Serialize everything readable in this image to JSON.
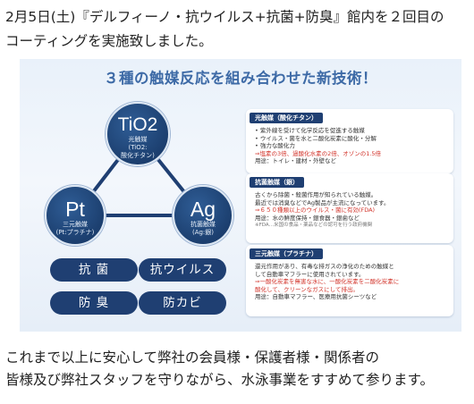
{
  "intro": {
    "line1": "2月5日(土)『デルフィーノ・抗ウイルス+抗菌+防臭』館内を２回目の",
    "line2": "コーティングを実施致しました。"
  },
  "infographic": {
    "headline": "３種の触媒反応を組み合わせた新技術！",
    "colors": {
      "navy": "#1f3f72",
      "headline": "#3d6aa6",
      "accent_red": "#d2342b"
    },
    "nodes": {
      "tio2": {
        "symbol": "TiO2",
        "sub1": "光触媒",
        "sub2": "(TiO2:",
        "sub3": "酸化チタン)"
      },
      "pt": {
        "symbol": "Pt",
        "sub1": "三元触媒",
        "sub2": "(Pt:プラチナ)"
      },
      "ag": {
        "symbol": "Ag",
        "sub1": "抗菌触媒",
        "sub2": "(Ag:銀)"
      }
    },
    "effects": [
      "抗 菌",
      "抗ウイルス",
      "防 臭",
      "防カビ"
    ],
    "cards": {
      "photo": {
        "title": "光触媒（酸化チタン）",
        "bullets": [
          "紫外線を受けて化学反応を促進する触媒",
          "ウイルス・菌を水と二酸化炭素に酸化・分解",
          "強力な酸化力"
        ],
        "highlight": "⇒塩素の3倍、過酸化水素の2倍、オゾンの1.5倍",
        "usage": "用途：トイレ・建材・外壁など"
      },
      "antibac": {
        "title": "抗菌触媒（銀）",
        "line1": "古くから除菌・殺菌作用が知られている触媒。",
        "line2": "最近では消臭などでAg製品が主流になっています。",
        "highlight": "⇒６５０種類以上のウイルス・菌に有効(FDA)",
        "usage": "用途：水の鮮度保持・銀食器・銀歯など",
        "note": "※FDA…米国の食品・薬品などの認可を行う政府機関"
      },
      "three": {
        "title": "三元触媒（プラチナ）",
        "line1": "還元作用があり、有毒な排ガスの浄化のための触媒と",
        "line2": "して自動車マフラーに使用されています。",
        "highlight1": "⇒一酸化炭素を無害な水に、一酸化炭素を二酸化炭素に",
        "highlight2": "酸化して、クリーンなガスにして排出。",
        "usage": "用途：自動車マフラー、医療用抗菌シーツなど"
      }
    }
  },
  "outro": {
    "line1": "これまで以上に安心して弊社の会員様・保護者様・関係者の",
    "line2": "皆様及び弊社スタッフを守りながら、水泳事業をすすめて参ります。"
  }
}
